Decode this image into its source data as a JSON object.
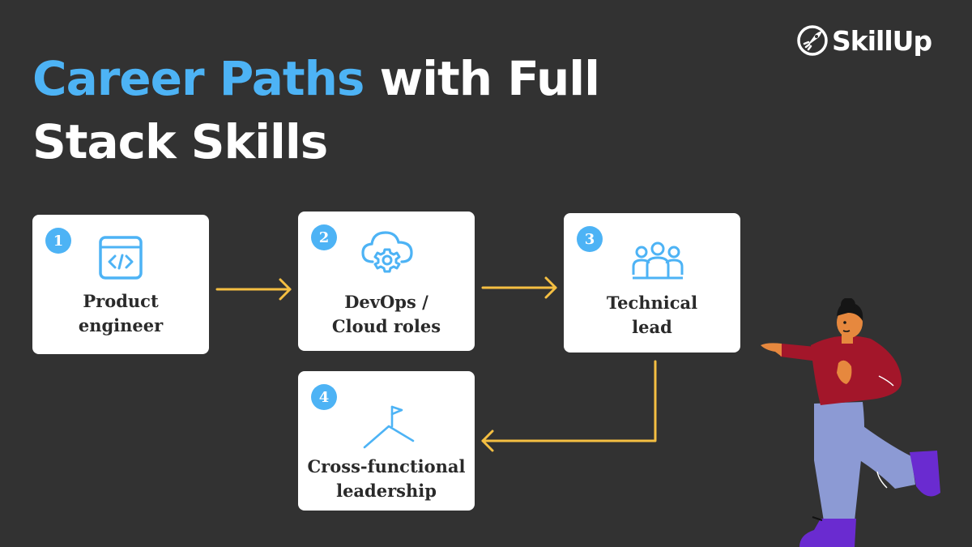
{
  "title": {
    "highlight": "Career Paths",
    "rest_line1": " with Full",
    "line2": "Stack Skills"
  },
  "logo": {
    "text": "SkillUp",
    "icon": "rocket-icon"
  },
  "steps": [
    {
      "number": "1",
      "line1": "Product",
      "line2": "engineer",
      "icon": "code-window-icon"
    },
    {
      "number": "2",
      "line1": "DevOps /",
      "line2": "Cloud roles",
      "icon": "cloud-gear-icon"
    },
    {
      "number": "3",
      "line1": "Technical",
      "line2": "lead",
      "icon": "team-icon"
    },
    {
      "number": "4",
      "line1": "Cross-functional",
      "line2": "leadership",
      "icon": "flag-summit-icon"
    }
  ],
  "colors": {
    "background": "#323232",
    "accent": "#4db3f5",
    "arrow": "#f5bf42",
    "card": "#ffffff",
    "shirt": "#a3162a",
    "pants": "#8c9ad4",
    "shoes": "#6a2bd0"
  }
}
